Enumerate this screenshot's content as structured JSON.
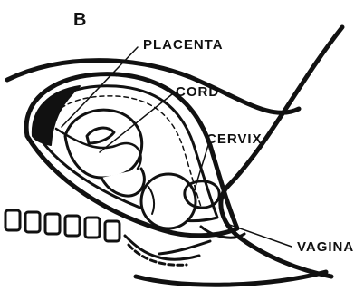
{
  "figure": {
    "panel_letter": "B",
    "labels": {
      "placenta": "PLACENTA",
      "cord": "CORD",
      "cervix": "CERVIX",
      "vagina": "VAGINA"
    }
  }
}
